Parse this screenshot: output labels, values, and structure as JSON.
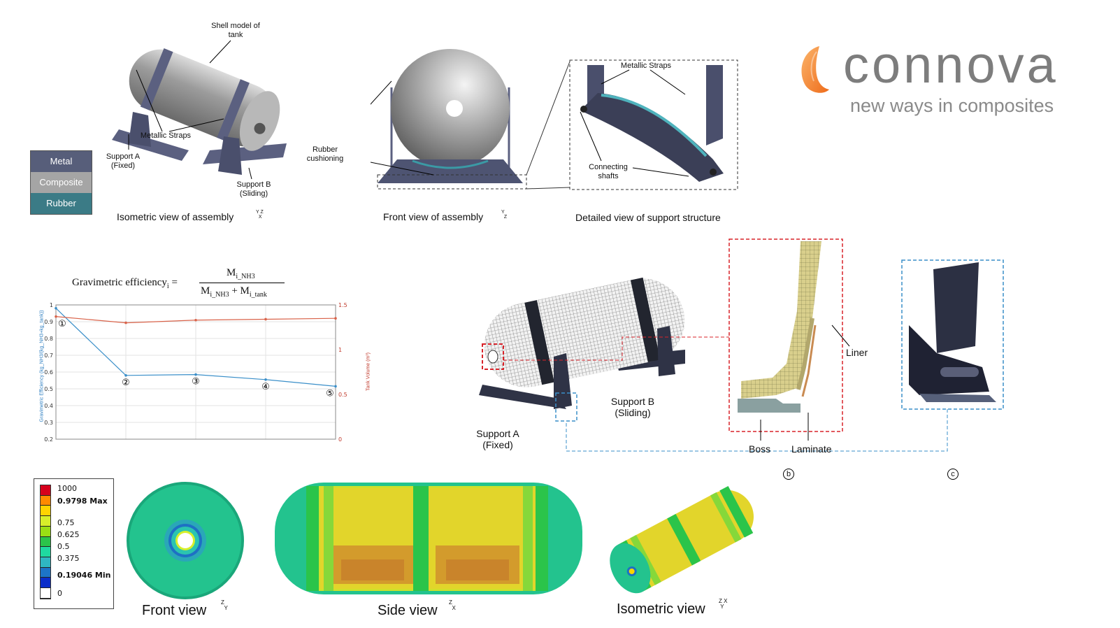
{
  "brand": {
    "name": "connova",
    "tagline": "new ways in composites",
    "color": "#f0872f"
  },
  "material_legend": [
    {
      "label": "Metal",
      "color": "#575e7a"
    },
    {
      "label": "Composite",
      "color": "#a5a5a5"
    },
    {
      "label": "Rubber",
      "color": "#3b7b86"
    }
  ],
  "isometric_assembly": {
    "label_shell": "Shell model of tank",
    "label_straps": "Metallic Straps",
    "label_support_a": "Support A (Fixed)",
    "label_support_b": "Support B (Sliding)",
    "caption": "Isometric view of assembly"
  },
  "front_assembly": {
    "label_rubber": "Rubber cushioning",
    "caption": "Front view of assembly"
  },
  "support_detail": {
    "label_straps": "Metallic Straps",
    "label_shafts": "Connecting shafts",
    "caption": "Detailed view of support structure"
  },
  "formula": {
    "lhs": "Gravimetric efficiency",
    "lhs_sub": "i",
    "numerator": "M",
    "numerator_sub": "i_NH3",
    "den_a": "M",
    "den_a_sub": "i_NH3",
    "den_b": "M",
    "den_b_sub": "i_tank"
  },
  "chart_data": {
    "type": "line",
    "x": [
      1,
      2,
      3,
      4,
      5
    ],
    "point_labels": [
      "①",
      "②",
      "③",
      "④",
      "⑤"
    ],
    "series": [
      {
        "axis": "left",
        "color": "#3a8fc9",
        "values": [
          0.98,
          0.58,
          0.585,
          0.555,
          0.515
        ]
      },
      {
        "axis": "right",
        "color": "#d9634a",
        "values": [
          1.37,
          1.3,
          1.33,
          1.34,
          1.35
        ]
      }
    ],
    "ylabel": "Gravimetric Efficiency (kg_NH3/(kg_NH3+kg_tank))",
    "y2label": "Tank Volume (m³)",
    "ylim": [
      0.2,
      1.0
    ],
    "y2lim": [
      0,
      1.5
    ],
    "yticks": [
      "1",
      "0.9",
      "0.8",
      "0.7",
      "0.6",
      "0.5",
      "0.4",
      "0.3",
      "0.2"
    ],
    "y2ticks": [
      "1.5",
      "1",
      "0.5",
      "0"
    ],
    "grid": true
  },
  "mesh_view": {
    "label_support_a": "Support A (Fixed)",
    "label_support_b": "Support B (Sliding)",
    "label_liner": "Liner",
    "label_boss": "Boss",
    "label_laminate": "Laminate",
    "marker_b": "b",
    "marker_c": "c"
  },
  "contour_legend": {
    "top": "1000",
    "max": "0.9798 Max",
    "ticks": [
      "0.75",
      "0.625",
      "0.5",
      "0.375"
    ],
    "min": "0.19046 Min",
    "bottom": "0",
    "colors": [
      "#d6001c",
      "#ff8a00",
      "#ffd400",
      "#d8ef2a",
      "#9adf14",
      "#2bc44a",
      "#1fd9a0",
      "#2fb7c2",
      "#1d74c7",
      "#0a2dc9",
      "#ffffff"
    ]
  },
  "contour_views": {
    "front_caption": "Front view",
    "side_caption": "Side view",
    "iso_caption": "Isometric view"
  }
}
